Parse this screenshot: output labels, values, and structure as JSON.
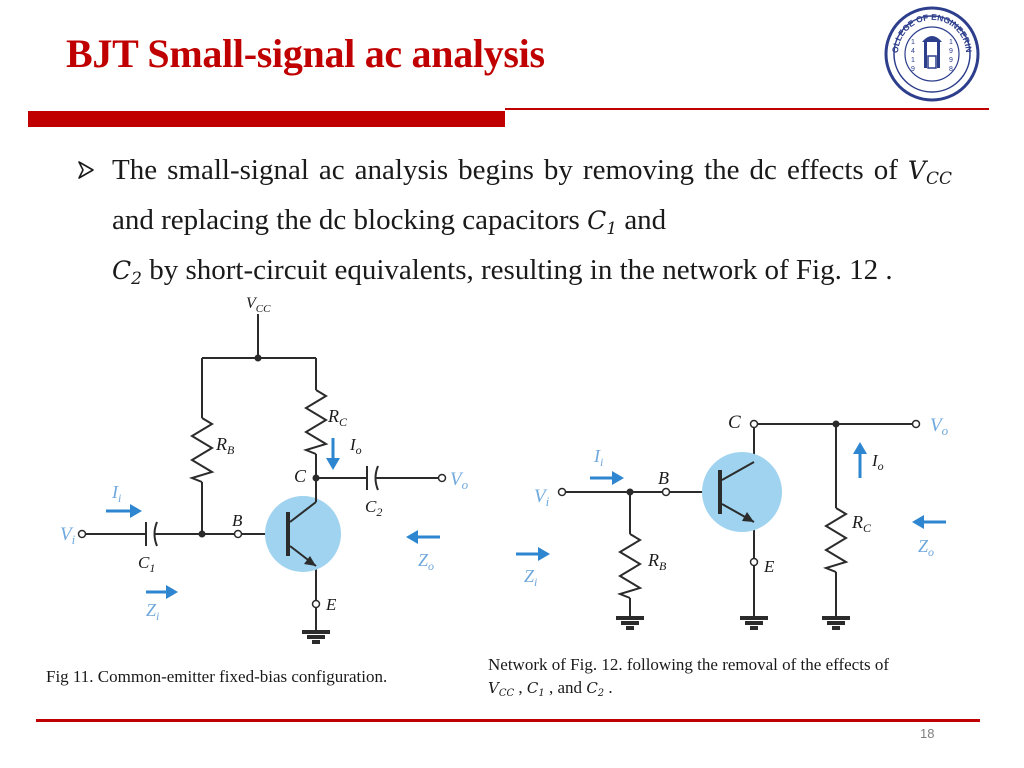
{
  "slide": {
    "title": "BJT Small-signal ac analysis",
    "page_number": "18"
  },
  "logo": {
    "text": "COLLEGE OF ENGINEERING",
    "digits_left": [
      "1",
      "4",
      "1",
      "9"
    ],
    "digits_right": [
      "1",
      "9",
      "9",
      "8"
    ]
  },
  "bullet": {
    "part1": "The small-signal ac analysis begins by removing the dc effects of ",
    "vcc_base": "V",
    "vcc_sub": "CC",
    "part2": " and replacing the dc blocking capacitors ",
    "c1_base": "C",
    "c1_sub": "1",
    "part3": " and ",
    "c2_base": "C",
    "c2_sub": "2",
    "part4": " by short-circuit equivalents, resulting in the network of Fig. 12 ."
  },
  "fig11": {
    "labels": {
      "vcc_v": "V",
      "vcc_sub": "CC",
      "rc_r": "R",
      "rc_sub": "C",
      "rb_r": "R",
      "rb_sub": "B",
      "c": "C",
      "io_i": "I",
      "io_sub": "o",
      "c2_c": "C",
      "c2_sub": "2",
      "vo_v": "V",
      "vo_sub": "o",
      "ii_i": "I",
      "ii_sub": "i",
      "vi_v": "V",
      "vi_sub": "i",
      "c1_c": "C",
      "c1_sub": "1",
      "b": "B",
      "zo_z": "Z",
      "zo_sub": "o",
      "zi_z": "Z",
      "zi_sub": "i",
      "e": "E"
    },
    "caption": "Fig 11. Common-emitter fixed-bias configuration."
  },
  "fig12": {
    "labels": {
      "c": "C",
      "vo_v": "V",
      "vo_sub": "o",
      "ii_i": "I",
      "ii_sub": "i",
      "b": "B",
      "io_i": "I",
      "io_sub": "o",
      "vi_v": "V",
      "vi_sub": "i",
      "rc_r": "R",
      "rc_sub": "C",
      "zo_z": "Z",
      "zo_sub": "o",
      "zi_z": "Z",
      "zi_sub": "i",
      "rb_r": "R",
      "rb_sub": "B",
      "e": "E"
    },
    "caption_line1": "Network of Fig. 12. following the removal of the effects of",
    "cap_vcc_base": "V",
    "cap_vcc_sub": "CC",
    "cap_sep1": " , ",
    "cap_c1_base": "C",
    "cap_c1_sub": "1",
    "cap_sep2": " , and ",
    "cap_c2_base": "C",
    "cap_c2_sub": "2",
    "cap_end": " ."
  },
  "colors": {
    "accent_red": "#c00000",
    "transistor_fill": "#9fd3ef",
    "arrow_blue": "#2e86d1",
    "label_blue": "#6fa8dc"
  }
}
